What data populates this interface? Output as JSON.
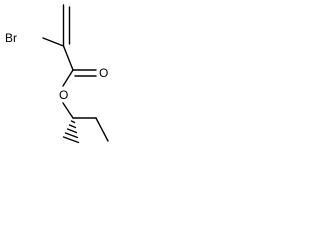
{
  "molecule": {
    "atom_labels": {
      "bromine": "Br",
      "ester_oxygen": "O",
      "carbonyl_oxygen": "O"
    },
    "colors": {
      "bond": "#000000",
      "label": "#000000",
      "background": "#ffffff"
    }
  }
}
